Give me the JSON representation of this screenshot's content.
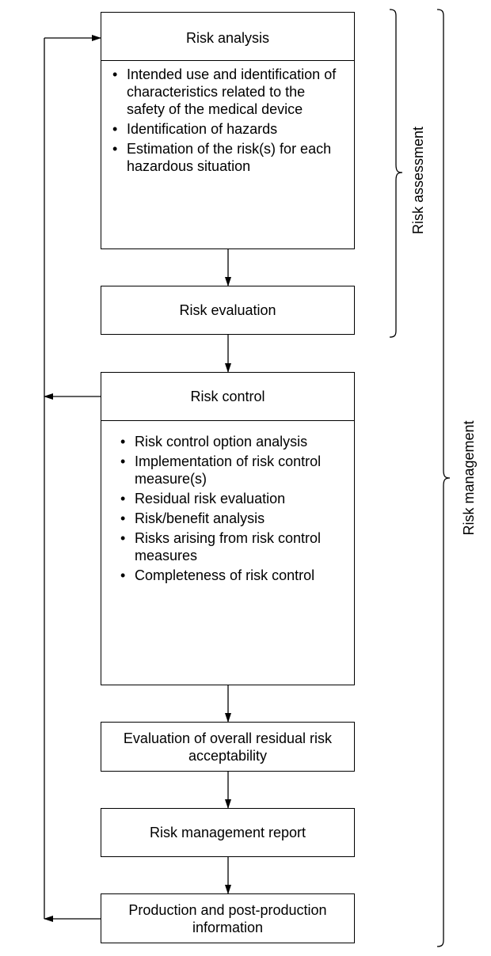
{
  "risk_analysis": {
    "title": "Risk analysis",
    "items": [
      "Intended use and identification of characteristics related to the safety of the medical device",
      "Identification of hazards",
      "Estimation of the risk(s) for each hazardous situation"
    ]
  },
  "risk_evaluation": {
    "title": "Risk evaluation"
  },
  "risk_control": {
    "title": "Risk control",
    "items": [
      "Risk control option analysis",
      "Implementation of risk control measure(s)",
      "Residual risk evaluation",
      "Risk/benefit analysis",
      "Risks arising from risk control measures",
      "Completeness of risk control"
    ]
  },
  "overall_residual": {
    "label": "Evaluation of overall residual risk acceptability"
  },
  "report": {
    "label": "Risk management report"
  },
  "production": {
    "label": "Production and post-production information"
  },
  "braces": {
    "assessment_label": "Risk assessment",
    "management_label": "Risk management"
  }
}
